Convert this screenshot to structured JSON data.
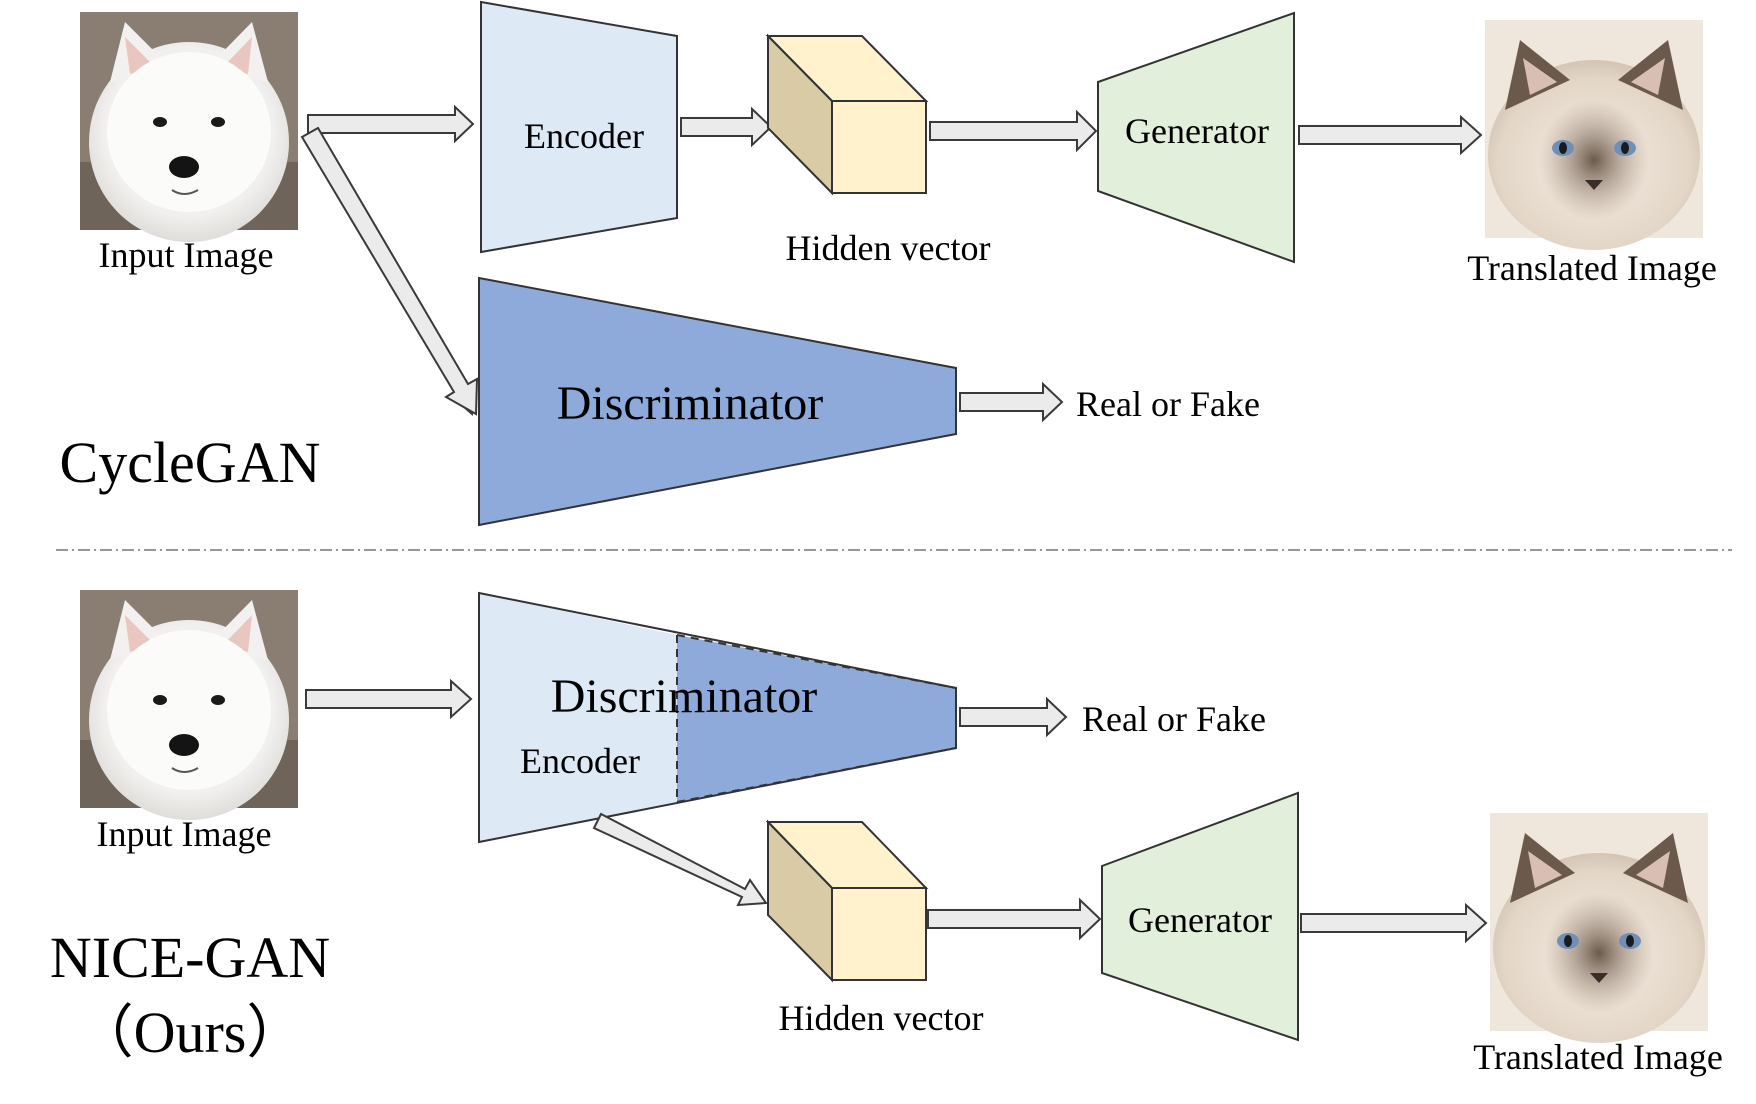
{
  "colors": {
    "encoder_fill": "#dde9f5",
    "generator_fill": "#e2efda",
    "discriminator_fill": "#8eaadb",
    "cube_front": "#fff2cc",
    "cube_side": "#d9cba6",
    "arrow_fill": "#ebebeb"
  },
  "top": {
    "section_title": "CycleGAN",
    "input_label": "Input Image",
    "encoder_label": "Encoder",
    "hidden_label": "Hidden vector",
    "generator_label": "Generator",
    "output_label": "Translated Image",
    "discriminator_label": "Discriminator",
    "result_label": "Real or Fake"
  },
  "bottom": {
    "section_title_line1": "NICE-GAN",
    "section_title_line2": "（Ours）",
    "input_label": "Input Image",
    "discriminator_label": "Discriminator",
    "encoder_label": "Encoder",
    "result_label": "Real or Fake",
    "hidden_label": "Hidden vector",
    "generator_label": "Generator",
    "output_label": "Translated Image"
  }
}
